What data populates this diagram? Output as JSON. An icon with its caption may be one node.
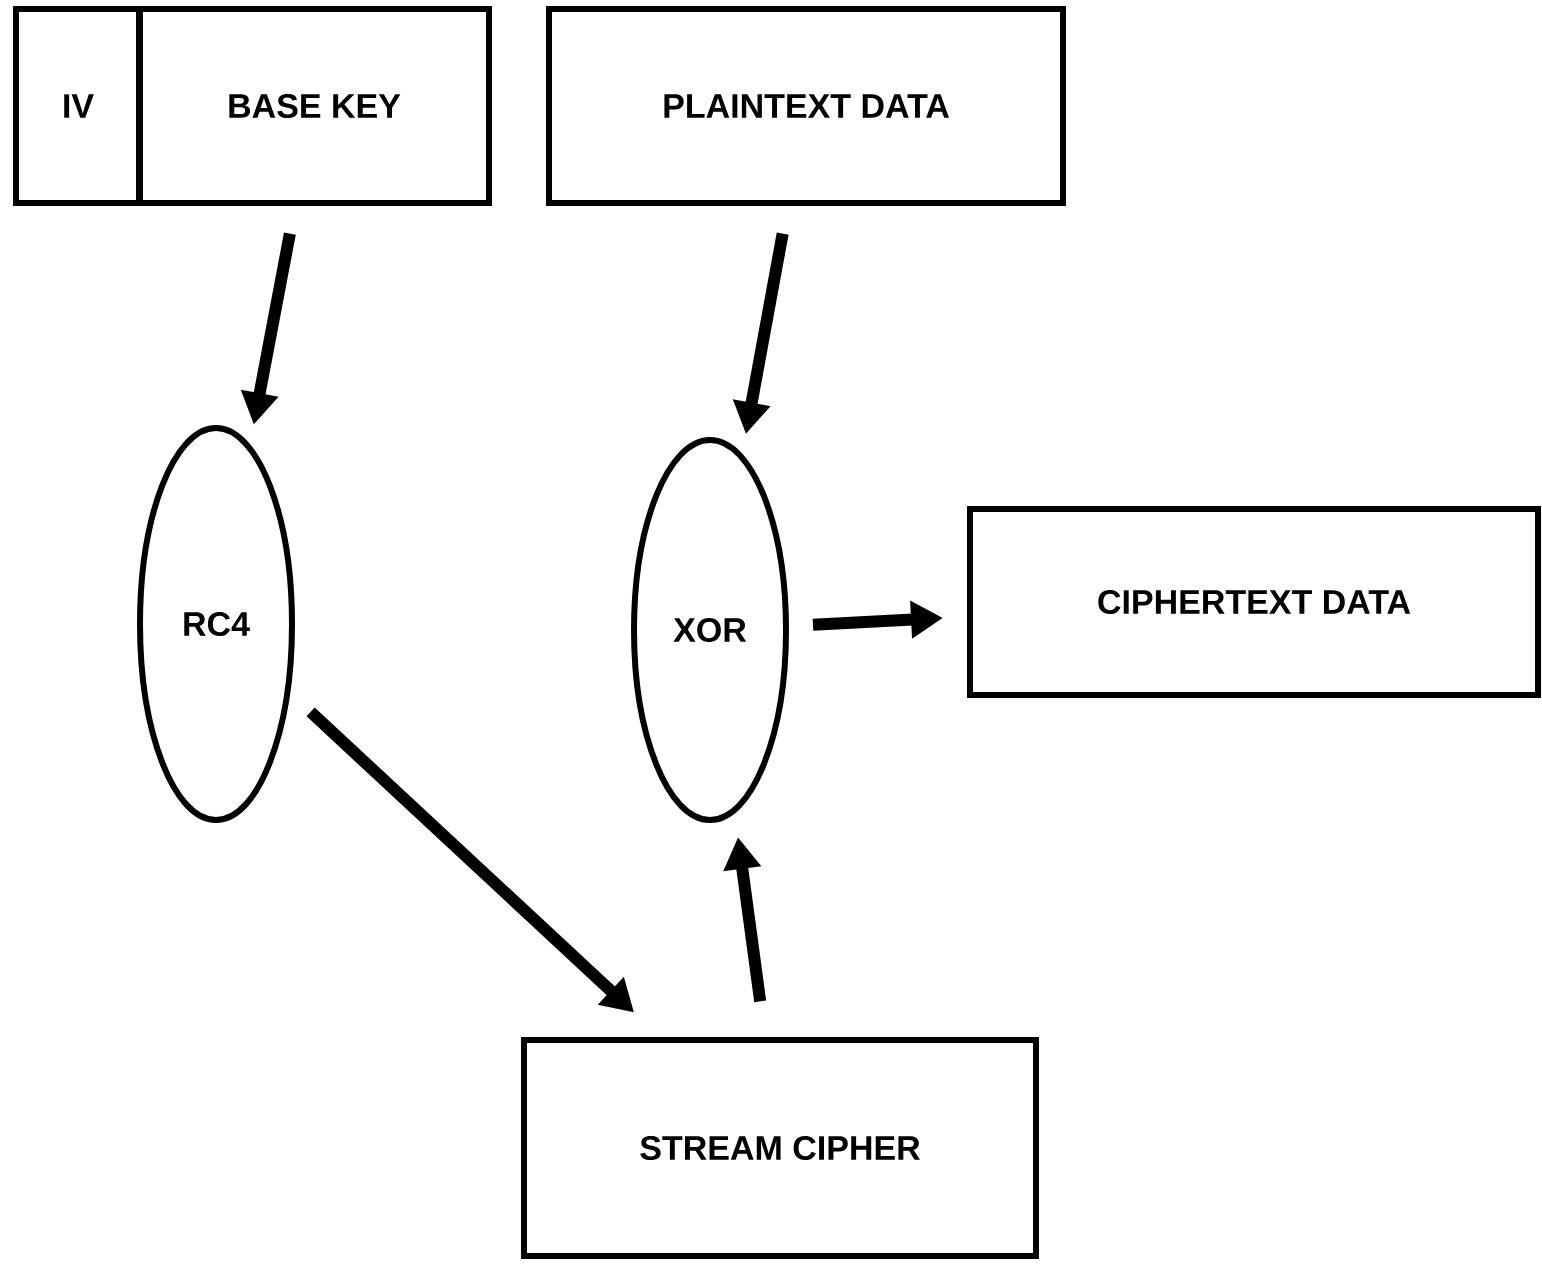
{
  "diagram": {
    "nodes": [
      {
        "text": [
          "IV"
        ]
      },
      {
        "text": [
          "BASE KEY"
        ]
      },
      {
        "text": [
          "PLAINTEXT DATA"
        ]
      },
      {
        "text": [
          "RC4"
        ]
      },
      {
        "text": [
          "XOR"
        ]
      },
      {
        "text": [
          "CIPHERTEXT DATA"
        ]
      },
      {
        "text": [
          "STREAM CIPHER"
        ]
      }
    ],
    "edges": [
      {
        "from": 1,
        "to": 3,
        "arrow": "to"
      },
      {
        "from": 2,
        "to": 4,
        "arrow": "to"
      },
      {
        "from": 4,
        "to": 5,
        "arrow": "to"
      },
      {
        "from": 3,
        "to": 6,
        "arrow": "to"
      },
      {
        "from": 6,
        "to": 4,
        "arrow": "to"
      }
    ]
  }
}
